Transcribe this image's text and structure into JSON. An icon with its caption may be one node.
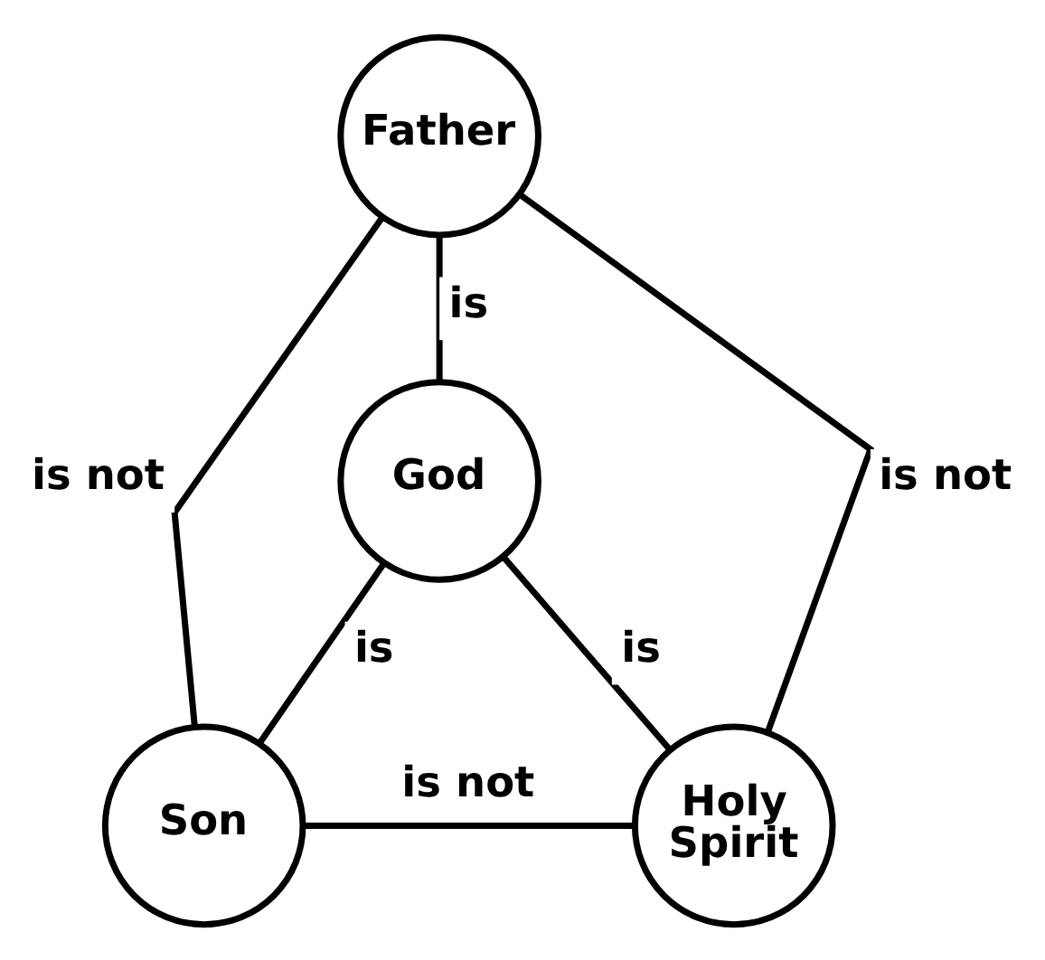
{
  "diagram": {
    "nodes": [
      {
        "text": [
          "Father"
        ]
      },
      {
        "text": [
          "God"
        ]
      },
      {
        "text": [
          "Son"
        ]
      },
      {
        "text": [
          "Holy Spirit"
        ]
      }
    ],
    "edges": [
      {
        "from": 0,
        "to": 1,
        "arrow": "none",
        "label": "is"
      },
      {
        "from": 0,
        "to": 2,
        "arrow": "none",
        "label": "is not"
      },
      {
        "from": 0,
        "to": 3,
        "arrow": "none",
        "label": "is not"
      },
      {
        "from": 1,
        "to": 2,
        "arrow": "none",
        "label": "is"
      },
      {
        "from": 1,
        "to": 3,
        "arrow": "none",
        "label": "is"
      },
      {
        "from": 2,
        "to": 3,
        "arrow": "none",
        "label": "is not"
      }
    ]
  }
}
